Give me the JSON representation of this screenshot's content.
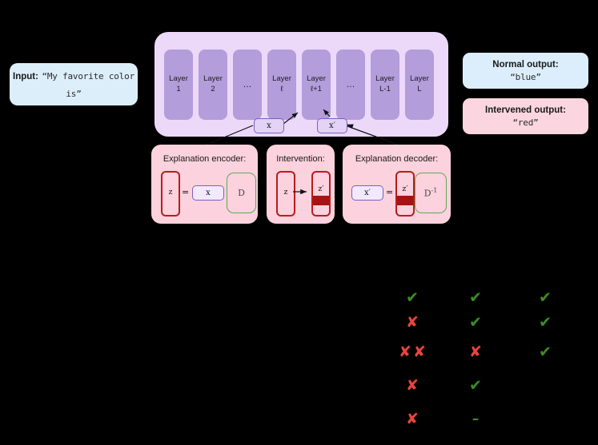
{
  "input": {
    "label": "Input:",
    "text": "“My favorite color is”"
  },
  "model": {
    "layers": [
      {
        "name": "Layer",
        "index": "1"
      },
      {
        "name": "Layer",
        "index": "2"
      },
      {
        "name": "",
        "index": "…"
      },
      {
        "name": "Layer",
        "index": "ℓ"
      },
      {
        "name": "Layer",
        "index": "ℓ+1"
      },
      {
        "name": "",
        "index": "…"
      },
      {
        "name": "Layer",
        "index": "L-1"
      },
      {
        "name": "Layer",
        "index": "L"
      }
    ],
    "x_tag": "x",
    "x_prime_tag": "x′"
  },
  "outputs": {
    "normal": {
      "label": "Normal output:",
      "value": "“blue”",
      "color": "#dceefb"
    },
    "intervened": {
      "label": "Intervened output:",
      "value": "“red”",
      "color": "#fbd5e0"
    }
  },
  "methods": {
    "encoder": {
      "title": "Explanation encoder:",
      "z": "z",
      "equals": "=",
      "x": "x",
      "dict": "D"
    },
    "intervention": {
      "title": "Intervention:",
      "z": "z",
      "z_prime": "z′"
    },
    "decoder": {
      "title": "Explanation decoder:",
      "x_prime": "x′",
      "equals": "=",
      "z_prime": "z′",
      "dict_inv_base": "D",
      "dict_inv_sup": "-1"
    }
  },
  "colors": {
    "background": "#000000",
    "model_container": "#ecd9fa",
    "layer_block": "#b39ddb",
    "pink_box": "#fbd2dd",
    "input_box": "#ddeefb",
    "vector_border": "#b81d1d",
    "vector_fill": "#a71313",
    "tag_border": "#7b5fc4",
    "dict_border": "#5faa55",
    "check": "#3c8c27",
    "cross": "#e8453c"
  },
  "mark_matrix": {
    "columns": 3,
    "rows": [
      {
        "cells": [
          "check",
          "check",
          "check"
        ]
      },
      {
        "cells": [
          "cross",
          "check",
          "check"
        ]
      },
      {
        "cells": [
          "cross-cross",
          "cross",
          "check"
        ]
      },
      {
        "cells": [
          "cross",
          "check",
          ""
        ]
      },
      {
        "cells": [
          "cross",
          "dash",
          ""
        ]
      }
    ],
    "glyphs": {
      "check": "✔",
      "cross": "✘",
      "dash": "–"
    }
  }
}
